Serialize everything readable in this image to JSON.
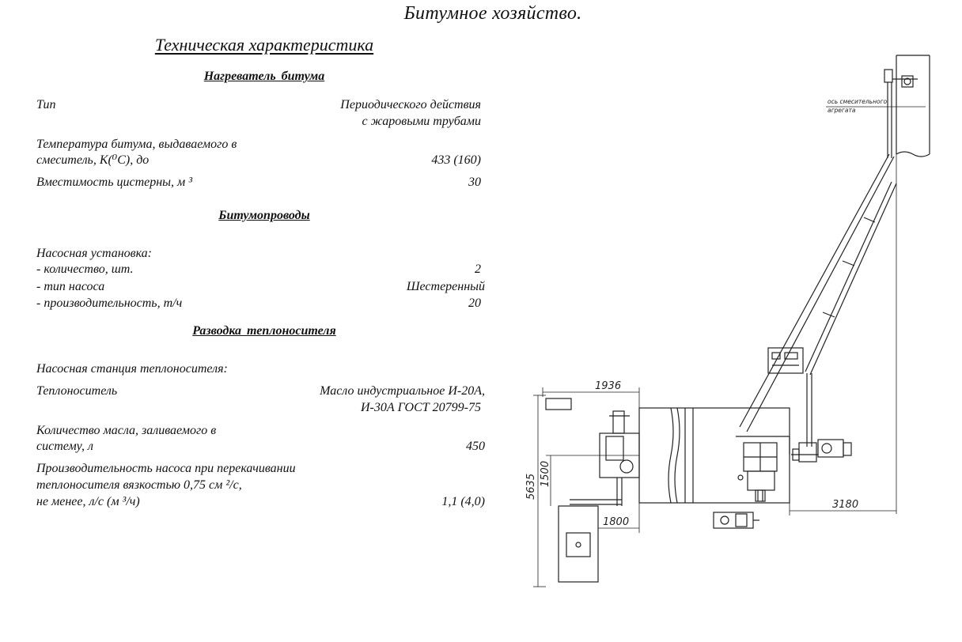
{
  "title": "Битумное хозяйство.",
  "subtitle": "Техническая характеристика",
  "heater": {
    "heading": "Нагреватель битума",
    "type_label": "Тип",
    "type_value_1": "Периодического действия",
    "type_value_2": "с жаровыми трубами",
    "temp_label_1": "Температура битума, выдаваемого в",
    "temp_label_2": "смеситель, К(⁰С), до",
    "temp_value": "433 (160)",
    "capacity_label": "Вместимость цистерны, м ³",
    "capacity_value": "30"
  },
  "pipelines": {
    "heading": "Битумопроводы",
    "pump_unit": "Насосная установка:",
    "count_label": "- количество, шт.",
    "count_value": "2",
    "pump_type_label": "- тип насоса",
    "pump_type_value": "Шестеренный",
    "productivity_label": "- производительность, т/ч",
    "productivity_value": "20"
  },
  "heat_carrier": {
    "heading": "Разводка  теплоносителя",
    "station": "Насосная станция теплоносителя:",
    "carrier_label": "Теплоноситель",
    "carrier_value_1": "Масло индустриальное И-20А,",
    "carrier_value_2": "И-30А ГОСТ 20799-75",
    "oil_label_1": "Количество масла, заливаемого в",
    "oil_label_2": "систему, л",
    "oil_value": "450",
    "pump_perf_label_1": "Производительность насоса при перекачивании",
    "pump_perf_label_2": "теплоносителя вязкостью 0,75 см ²/с,",
    "pump_perf_label_3": "не менее, л/с (м ³/ч)",
    "pump_perf_value": "1,1 (4,0)"
  },
  "drawing": {
    "dim_top": "1936",
    "dim_height": "5635",
    "dim_inner": "1500",
    "dim_bottom": "1800",
    "dim_right": "3180",
    "axis_note_1": "ось смесительного",
    "axis_note_2": "агрегата"
  }
}
